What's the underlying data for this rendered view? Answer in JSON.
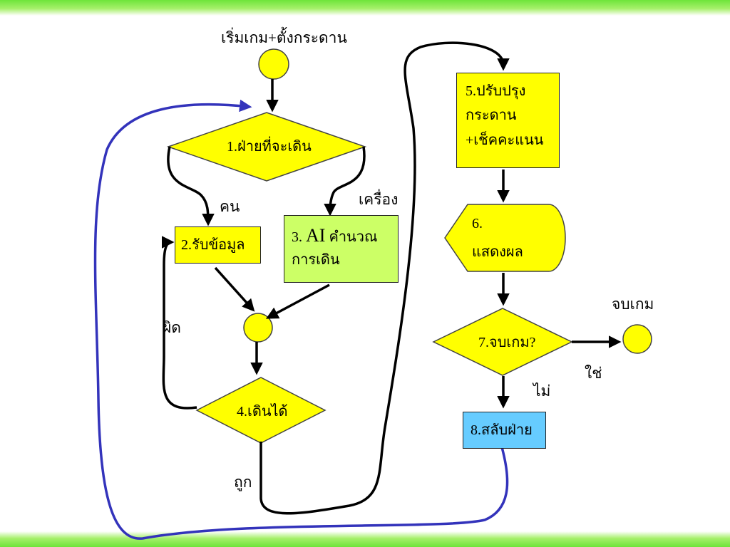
{
  "nodes": {
    "start": {
      "label": "เริ่มเกม+ตั้งกระดาน"
    },
    "n1": {
      "label": "1.ฝ่ายที่จะเดิน"
    },
    "n2": {
      "label": "2.รับข้อมูล"
    },
    "n3": {
      "prefix": "3.",
      "big": "AI",
      "line1_rest": "คำนวณ",
      "line2": "การเดิน"
    },
    "n4": {
      "label": "4.เดินได้"
    },
    "n5": {
      "line1": "5.ปรับปรุง",
      "line2": "กระดาน",
      "line3": "+เช็คคะแนน"
    },
    "n6": {
      "line1": "6.",
      "line2": "แสดงผล"
    },
    "n7": {
      "label": "7.จบเกม?"
    },
    "n8": {
      "label": "8.สลับฝ่าย"
    },
    "end": {
      "label": "จบเกม"
    }
  },
  "edge_labels": {
    "human": "คน",
    "machine": "เครื่อง",
    "wrong": "ผิด",
    "correct": "ถูก",
    "yes": "ใช่",
    "no": "ไม่"
  },
  "colors": {
    "decision_fill": "#ffff00",
    "process_fill": "#ffff00",
    "ai_fill": "#ccff66",
    "swap_fill": "#66ccff",
    "loop_line": "#3333bb",
    "arrow": "#000000",
    "band": "#6ee43a"
  }
}
